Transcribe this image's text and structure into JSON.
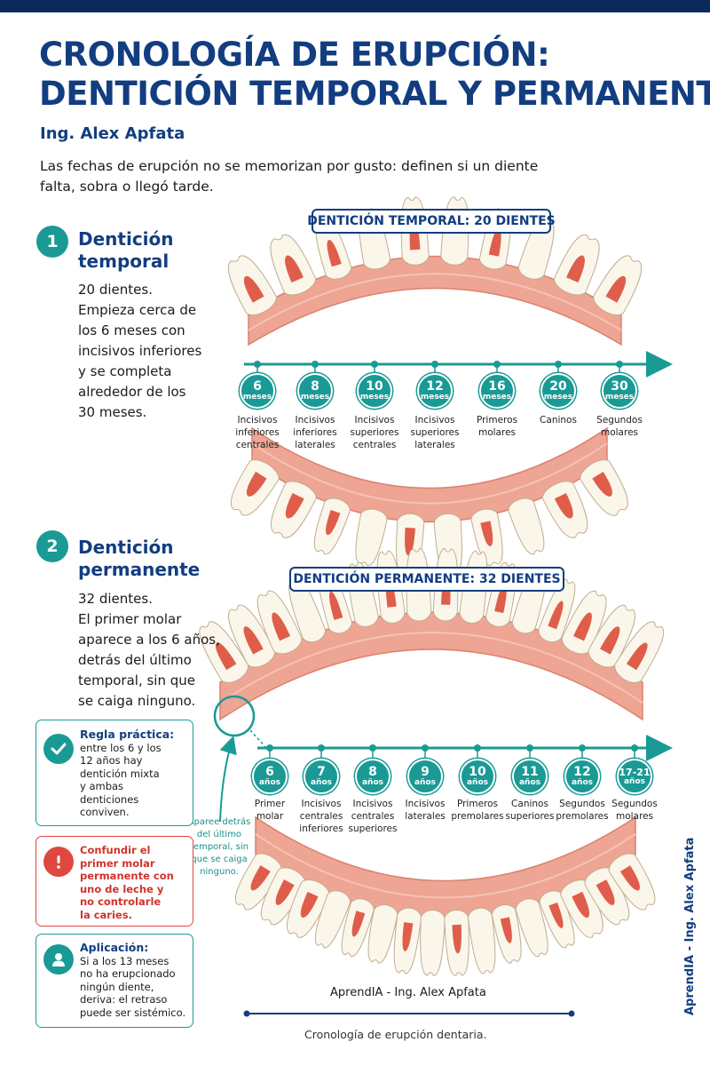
{
  "title_lines": [
    "CRONOLOGÍA DE ERUPCIÓN:",
    "DENTICIÓN TEMPORAL Y PERMANENTE"
  ],
  "author": "Ing. Alex Apfata",
  "intro": "Las fechas de erupción no se memorizan por gusto: definen si un diente falta, sobra o llegó tarde.",
  "section1": {
    "number": "1",
    "title_lines": [
      "Dentición",
      "temporal"
    ],
    "text_lines": [
      "20 dientes.",
      "Empieza cerca de",
      "los 6 meses con",
      "incisivos inferiores",
      "y se completa",
      "alrededor de los",
      "30 meses."
    ],
    "band": "DENTICIÓN TEMPORAL: 20 DIENTES",
    "timeline": [
      {
        "value": "6",
        "unit": "meses",
        "label": [
          "Incisivos",
          "inferiores",
          "centrales"
        ]
      },
      {
        "value": "8",
        "unit": "meses",
        "label": [
          "Incisivos",
          "inferiores",
          "laterales"
        ]
      },
      {
        "value": "10",
        "unit": "meses",
        "label": [
          "Incisivos",
          "superiores",
          "centrales"
        ]
      },
      {
        "value": "12",
        "unit": "meses",
        "label": [
          "Incisivos",
          "superiores",
          "laterales"
        ]
      },
      {
        "value": "16",
        "unit": "meses",
        "label": [
          "Primeros",
          "molares"
        ]
      },
      {
        "value": "20",
        "unit": "meses",
        "label": [
          "Caninos"
        ]
      },
      {
        "value": "30",
        "unit": "meses",
        "label": [
          "Segundos",
          "molares"
        ]
      }
    ]
  },
  "section2": {
    "number": "2",
    "title_lines": [
      "Dentición",
      "permanente"
    ],
    "text_lines": [
      "32 dientes.",
      "El primer molar",
      "aparece a los 6 años,",
      "detrás del último",
      "temporal, sin que",
      "se caiga ninguno."
    ],
    "band": "DENTICIÓN PERMANENTE: 32 DIENTES",
    "timeline": [
      {
        "value": "6",
        "unit": "años",
        "label": [
          "Primer",
          "molar"
        ]
      },
      {
        "value": "7",
        "unit": "años",
        "label": [
          "Incisivos",
          "centrales",
          "inferiores"
        ]
      },
      {
        "value": "8",
        "unit": "años",
        "label": [
          "Incisivos",
          "centrales",
          "superiores"
        ]
      },
      {
        "value": "9",
        "unit": "años",
        "label": [
          "Incisivos",
          "laterales"
        ]
      },
      {
        "value": "10",
        "unit": "años",
        "label": [
          "Primeros",
          "premolares"
        ]
      },
      {
        "value": "11",
        "unit": "años",
        "label": [
          "Caninos",
          "superiores"
        ]
      },
      {
        "value": "12",
        "unit": "años",
        "label": [
          "Segundos",
          "premolares"
        ]
      },
      {
        "value": "17-21",
        "unit": "años",
        "label": [
          "Segundos",
          "molares"
        ]
      }
    ],
    "note_lines": [
      "Aparee detrás",
      "del último",
      "temporal, sin",
      "que se caiga",
      "ninguno."
    ]
  },
  "boxes": [
    {
      "kind": "check",
      "heading": "Regla práctica:",
      "lines": [
        "entre los 6 y los",
        "12 años hay",
        "dentición mixta",
        "y ambas",
        "denticiones",
        "conviven."
      ],
      "icon": "check-icon"
    },
    {
      "kind": "warning",
      "heading": "",
      "lines": [
        "Confundir el",
        "primer molar",
        "permanente con",
        "uno de leche y",
        "no controlarle",
        "la caries."
      ],
      "icon": "exclamation-icon"
    },
    {
      "kind": "person",
      "heading": "Aplicación:",
      "lines": [
        "Si a los 13 meses",
        "no ha erupcionado",
        "ningún diente,",
        "deriva: el retraso",
        "puede ser sistémico."
      ],
      "icon": "person-icon"
    }
  ],
  "footer": "AprendIA - Ing. Alex Apfata",
  "caption": "Cronología de erupción dentaria.",
  "side_text": "AprendIA - Ing. Alex Apfata",
  "colors": {
    "navy": "#123d80",
    "teal": "#1a9a95",
    "gum": "#eea593",
    "gum_dark": "#d9826f",
    "tooth": "#fbf6ea",
    "pulp": "#d9432f",
    "red": "#e0473e"
  }
}
